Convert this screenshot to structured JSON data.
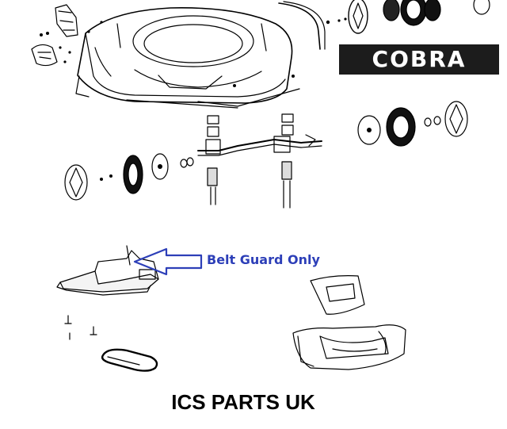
{
  "brand": {
    "logo_text": "COBRA"
  },
  "callout": {
    "label": "Belt Guard Only"
  },
  "footer": {
    "title": "ICS PARTS UK"
  },
  "icons": [
    "mower-deck-icon",
    "wheel-icon",
    "axle-bracket-icon",
    "belt-guard-icon",
    "drive-belt-icon",
    "grass-chute-icon",
    "fastener-icon",
    "arrow-right-icon"
  ],
  "colors": {
    "line": "#000000",
    "callout": "#2d3fb8",
    "logo_bg": "#1c1c1c",
    "logo_text": "#ffffff"
  }
}
